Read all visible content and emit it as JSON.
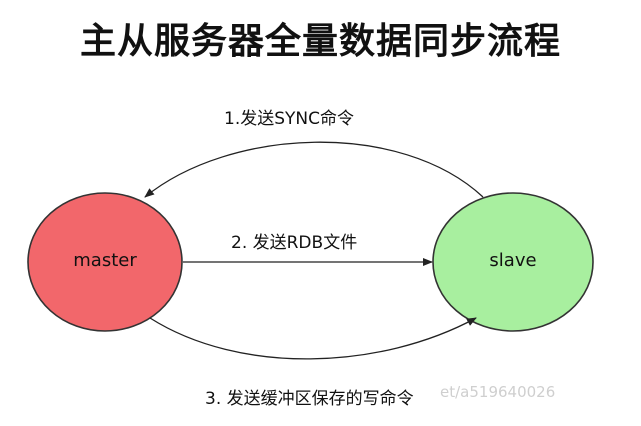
{
  "title": "主从服务器全量数据同步流程",
  "nodes": {
    "master": {
      "label": "master",
      "color": "#f2676b"
    },
    "slave": {
      "label": "slave",
      "color": "#a8ef9f"
    }
  },
  "steps": [
    {
      "label": "1.发送SYNC命令"
    },
    {
      "label": "2. 发送RDB文件"
    },
    {
      "label": "3. 发送缓冲区保存的写命令"
    }
  ],
  "watermark": "et/a519640026"
}
